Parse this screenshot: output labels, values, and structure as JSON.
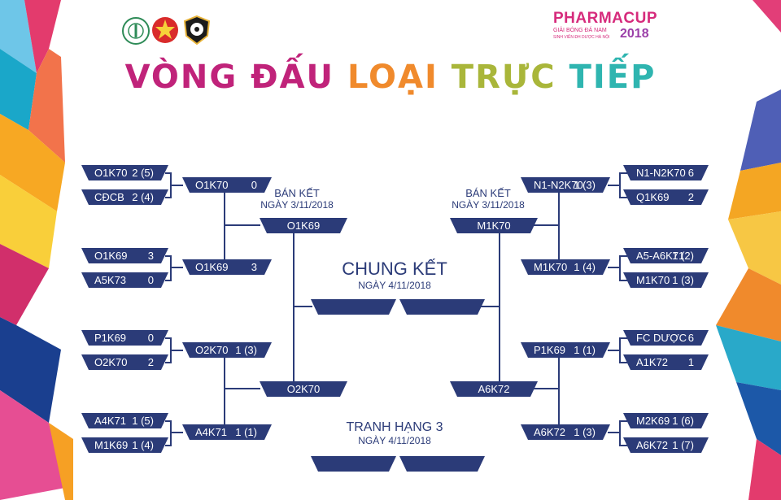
{
  "header": {
    "title_parts": [
      "VÒNG ĐẤU",
      " LOẠI",
      " TRỰC",
      " TIẾP"
    ],
    "brand_name": "PHARMACUP",
    "brand_line1": "GIẢI BÓNG ĐÁ NAM",
    "brand_line2": "SINH VIÊN ĐH DƯỢC HÀ NỘI",
    "brand_year": "2018",
    "colors": {
      "brand_pink": "#d62b7c",
      "brand_orange": "#f39c2a",
      "brand_teal": "#2fb5b0"
    }
  },
  "labels": {
    "semi_left_1": "BÁN KẾT",
    "semi_left_2": "NGÀY 3/11/2018",
    "semi_right_1": "BÁN KẾT",
    "semi_right_2": "NGÀY 3/11/2018",
    "final_1": "CHUNG KẾT",
    "final_2": "NGÀY 4/11/2018",
    "third_1": "TRANH HẠNG 3",
    "third_2": "NGÀY 4/11/2018"
  },
  "left_r16": [
    {
      "team": "O1K70",
      "score": "2 (5)"
    },
    {
      "team": "CĐCB",
      "score": "2 (4)"
    },
    {
      "team": "O1K69",
      "score": "3"
    },
    {
      "team": "A5K73",
      "score": "0"
    },
    {
      "team": "P1K69",
      "score": "0"
    },
    {
      "team": "O2K70",
      "score": "2"
    },
    {
      "team": "A4K71",
      "score": "1 (5)"
    },
    {
      "team": "M1K69",
      "score": "1 (4)"
    }
  ],
  "left_qf": [
    {
      "team": "O1K70",
      "score": "0"
    },
    {
      "team": "O1K69",
      "score": "3"
    },
    {
      "team": "O2K70",
      "score": "1 (3)"
    },
    {
      "team": "A4K71",
      "score": "1 (1)"
    }
  ],
  "left_sf": [
    "O1K69",
    "O2K70"
  ],
  "right_r16": [
    {
      "team": "N1-N2K70",
      "score": "6"
    },
    {
      "team": "Q1K69",
      "score": "2"
    },
    {
      "team": "A5-A6K71",
      "score": "1 (2)"
    },
    {
      "team": "M1K70",
      "score": "1 (3)"
    },
    {
      "team": "FC DƯỢC",
      "score": "6"
    },
    {
      "team": "A1K72",
      "score": "1"
    },
    {
      "team": "M2K69",
      "score": "1 (6)"
    },
    {
      "team": "A6K72",
      "score": "1 (7)"
    }
  ],
  "right_qf": [
    {
      "team": "N1-N2K70",
      "score": "1 (3)"
    },
    {
      "team": "M1K70",
      "score": "1 (4)"
    },
    {
      "team": "P1K69",
      "score": "1 (1)"
    },
    {
      "team": "A6K72",
      "score": "1 (3)"
    }
  ],
  "right_sf": [
    "M1K70",
    "A6K72"
  ],
  "bracket_color": "#2b3b78"
}
